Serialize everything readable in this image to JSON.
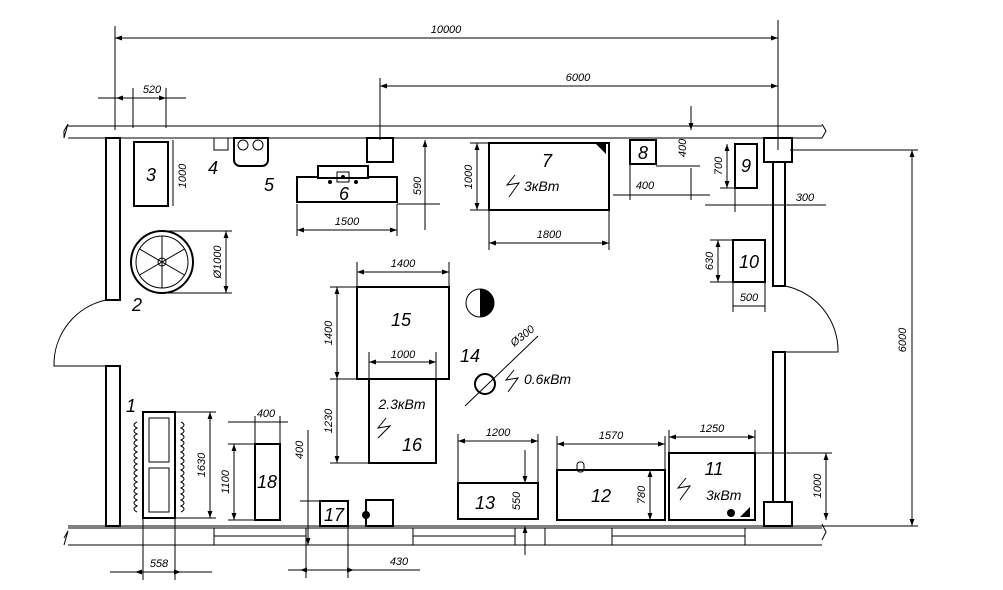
{
  "dimensions": {
    "total_width": "10000",
    "right_width": "6000",
    "depth": "6000",
    "d520": "520",
    "d1000_cab3": "1000",
    "d590": "590",
    "d1500": "1500",
    "d1000_t7": "1000",
    "d1800": "1800",
    "d400_a": "400",
    "d400_b": "400",
    "d700": "700",
    "d300": "300",
    "d630": "630",
    "d500": "500",
    "d_phi1000": "Ø1000",
    "d1400_top": "1400",
    "d1400_side": "1400",
    "d1000_15": "1000",
    "d1230": "1230",
    "d_phi300": "Ø300",
    "d1630": "1630",
    "d400_18": "400",
    "d1100": "1100",
    "d400_17": "400",
    "d1200": "1200",
    "d550": "550",
    "d1570": "1570",
    "d780": "780",
    "d1250": "1250",
    "d1000_11": "1000",
    "d558": "558",
    "d430": "430"
  },
  "items": {
    "n1": "1",
    "n2": "2",
    "n3": "3",
    "n4": "4",
    "n5": "5",
    "n6": "6",
    "n7": "7",
    "n8": "8",
    "n9": "9",
    "n10": "10",
    "n11": "11",
    "n12": "12",
    "n13": "13",
    "n14": "14",
    "n15": "15",
    "n16": "16",
    "n17": "17",
    "n18": "18"
  },
  "power": {
    "p7": "3кВт",
    "p14": "0.6кВт",
    "p16": "2.3кВт",
    "p11": "3кВт"
  }
}
